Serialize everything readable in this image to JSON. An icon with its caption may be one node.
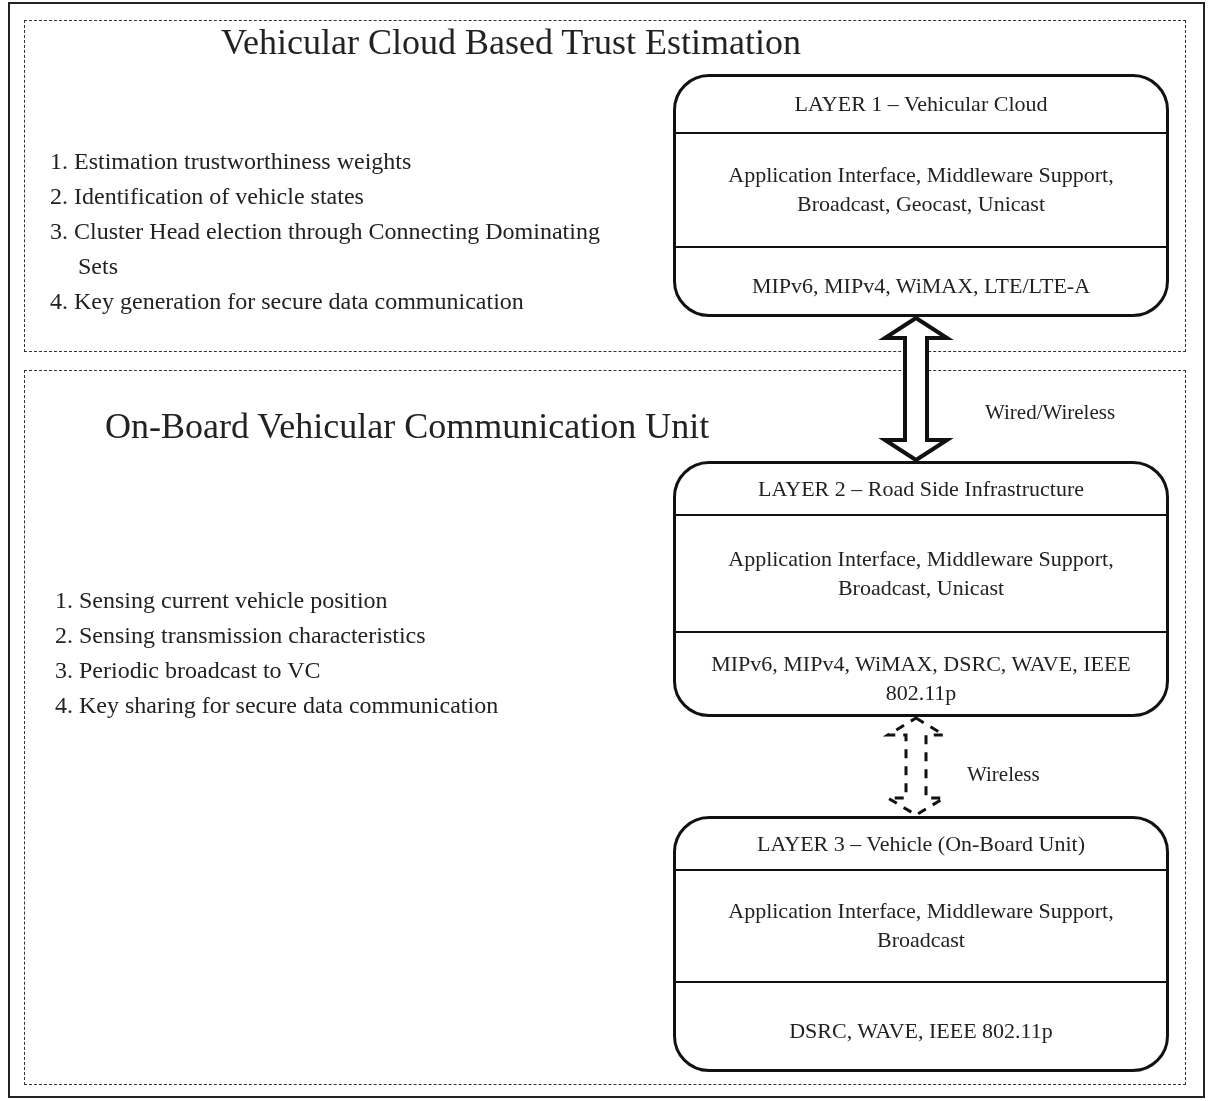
{
  "diagram": {
    "nodes": [
      {
        "text": [
          "Vehicular Cloud Based Trust Estimation",
          "1. Estimation trustworthiness weights",
          "2. Identification of vehicle states",
          "3. Cluster Head election through Connecting Dominating Sets",
          "4. Key generation for secure data communication"
        ]
      },
      {
        "text": [
          "LAYER 1 – Vehicular Cloud",
          "Application Interface, Middleware Support, Broadcast, Geocast, Unicast",
          "MIPv6, MIPv4, WiMAX, LTE/LTE-A"
        ],
        "in": 0
      },
      {
        "text": [
          "On-Board Vehicular Communication Unit",
          "1. Sensing current vehicle position",
          "2. Sensing transmission characteristics",
          "3. Periodic broadcast to VC",
          "4. Key sharing for secure data communication"
        ]
      },
      {
        "text": [
          "LAYER 2 – Road Side Infrastructure",
          "Application Interface, Middleware Support, Broadcast, Unicast",
          "MIPv6, MIPv4, WiMAX, DSRC, WAVE, IEEE 802.11p"
        ],
        "in": 2
      },
      {
        "text": [
          "LAYER 3 – Vehicle (On-Board Unit)",
          "Application Interface, Middleware Support, Broadcast",
          "DSRC, WAVE, IEEE 802.11p"
        ],
        "in": 2
      }
    ],
    "edges": [
      {
        "from": 1,
        "to": 3,
        "arrow": "both",
        "label": "Wired/Wireless",
        "style": "thick"
      },
      {
        "from": 3,
        "to": 4,
        "arrow": "both",
        "label": "Wireless",
        "style": "dashed"
      }
    ]
  }
}
